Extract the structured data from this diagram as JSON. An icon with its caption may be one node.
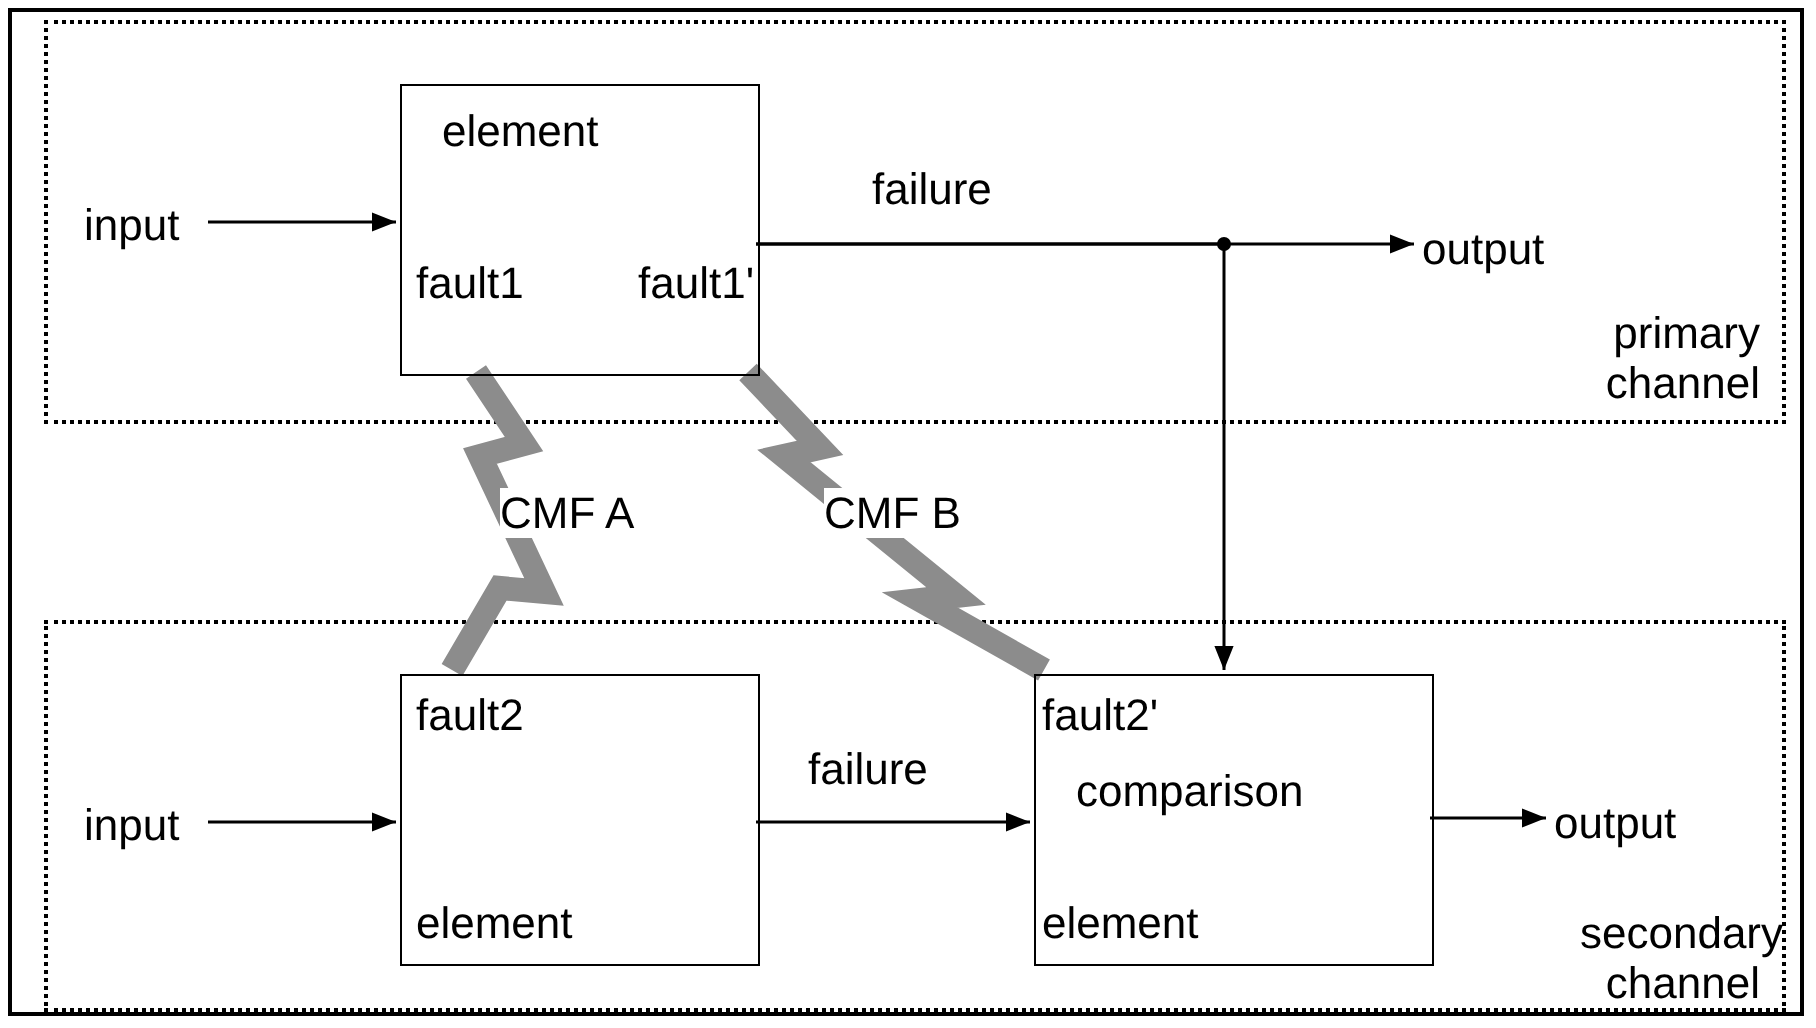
{
  "diagram": {
    "nodes": [
      {
        "text": [
          "primary channel"
        ]
      },
      {
        "text": [
          "input"
        ],
        "in": 0
      },
      {
        "text": [
          "element",
          "fault1",
          "fault1'"
        ],
        "in": 0
      },
      {
        "text": [
          "output"
        ],
        "in": 0
      },
      {
        "text": [
          "secondary channel"
        ]
      },
      {
        "text": [
          "input"
        ],
        "in": 4
      },
      {
        "text": [
          "fault2",
          "element"
        ],
        "in": 4
      },
      {
        "text": [
          "fault2'",
          "comparison",
          "element"
        ],
        "in": 4
      },
      {
        "text": [
          "output"
        ],
        "in": 4
      }
    ],
    "edges": [
      {
        "from": 1,
        "to": 2,
        "arrow": "to"
      },
      {
        "from": 2,
        "to": 3,
        "arrow": "to",
        "label": "failure"
      },
      {
        "from": 2,
        "to": 7,
        "arrow": "to"
      },
      {
        "from": 2,
        "to": 6,
        "arrow": "none",
        "label": "CMF A",
        "style": "thick",
        "color": "#8c8c8c"
      },
      {
        "from": 2,
        "to": 7,
        "arrow": "none",
        "label": "CMF B",
        "style": "thick",
        "color": "#8c8c8c"
      },
      {
        "from": 5,
        "to": 6,
        "arrow": "to"
      },
      {
        "from": 6,
        "to": 7,
        "arrow": "to",
        "label": "failure"
      },
      {
        "from": 7,
        "to": 8,
        "arrow": "to"
      }
    ]
  }
}
